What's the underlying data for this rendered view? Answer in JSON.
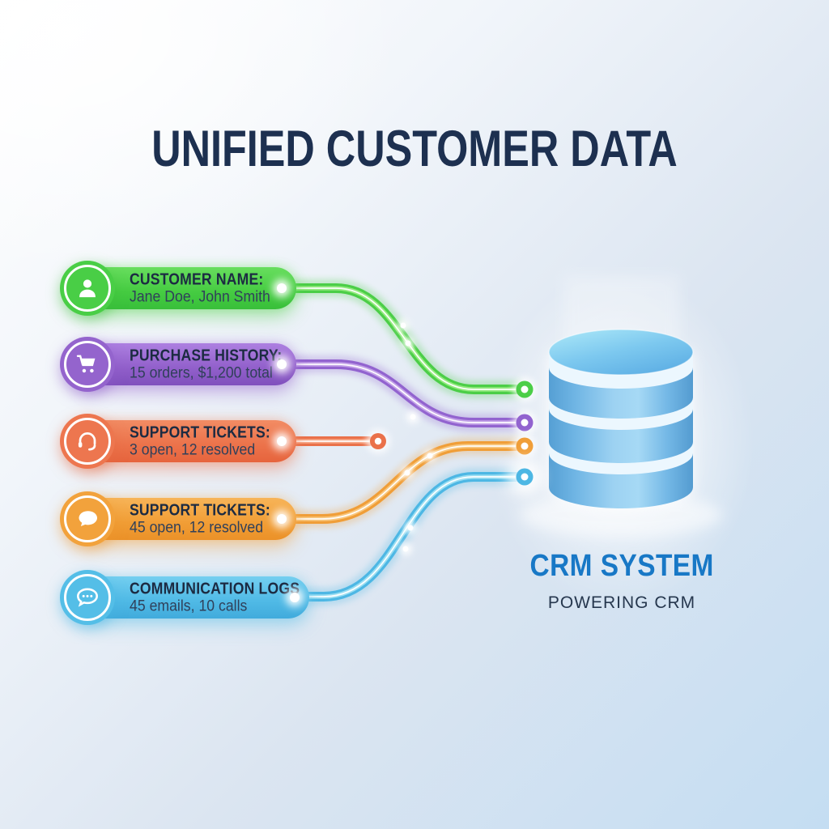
{
  "title": "UNIFIED CUSTOMER DATA",
  "sources": [
    {
      "label": "CUSTOMER NAME:",
      "value": "Jane Doe, John Smith",
      "icon": "person-icon",
      "color": "#4bce47",
      "tint": "#94ea80"
    },
    {
      "label": "PURCHASE HISTORY:",
      "value": "15 orders, $1,200 total",
      "icon": "shopping-cart-icon",
      "color": "#9263cf",
      "tint": "#c3a2e8"
    },
    {
      "label": "SUPPORT TICKETS:",
      "value": "3 open, 12 resolved",
      "icon": "headset-icon",
      "color": "#ea714a",
      "tint": "#f7a888"
    },
    {
      "label": "SUPPORT TICKETS:",
      "value": "45 open, 12 resolved",
      "icon": "speech-bubble-icon",
      "color": "#f09e38",
      "tint": "#f8c77e"
    },
    {
      "label": "COMMUNICATION LOGS",
      "value": "45 emails, 10 calls",
      "icon": "chat-dots-icon",
      "color": "#4db7e4",
      "tint": "#9adef2"
    }
  ],
  "crm": {
    "label": "CRM SYSTEM",
    "sublabel": "POWERING CRM",
    "accent_color": "#1878c6",
    "database_color": "#6fb5e4"
  },
  "title_color": "#1d3050"
}
